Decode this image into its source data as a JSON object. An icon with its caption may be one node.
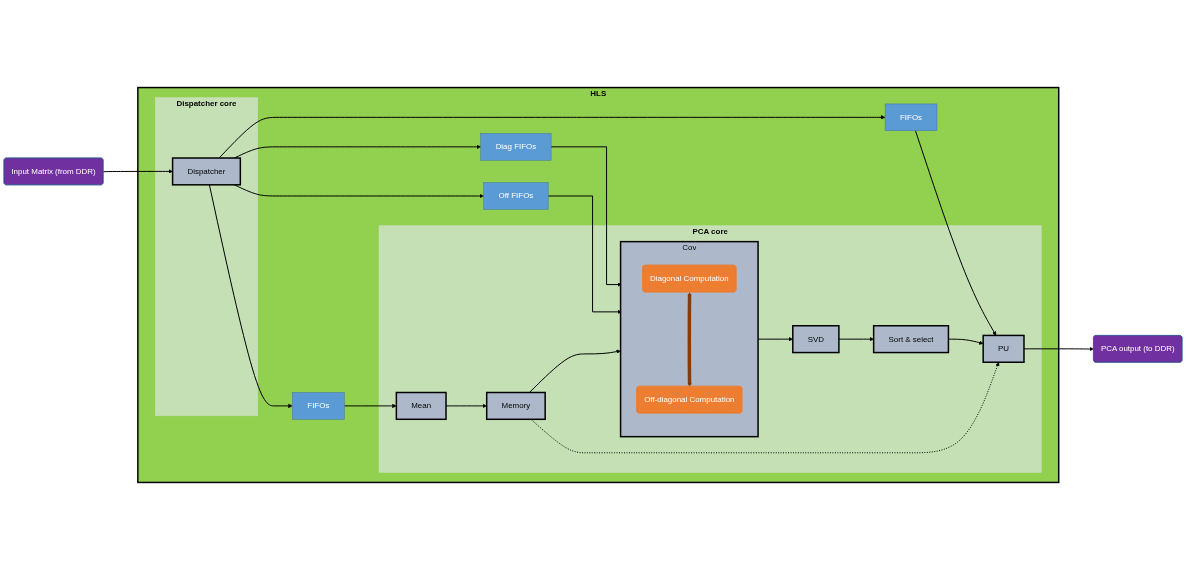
{
  "diagram": {
    "nodes": [
      {
        "text": [
          "Input Matrix (from DDR)"
        ]
      },
      {
        "text": [
          "HLS"
        ]
      },
      {
        "text": [
          "Dispatcher core"
        ],
        "in": 1
      },
      {
        "text": [
          "Dispatcher"
        ],
        "in": 2
      },
      {
        "text": [
          "FIFOs"
        ],
        "in": 1
      },
      {
        "text": [
          "Diag FIFOs"
        ],
        "in": 1
      },
      {
        "text": [
          "Off FIFOs"
        ],
        "in": 1
      },
      {
        "text": [
          "FIFOs"
        ],
        "in": 1
      },
      {
        "text": [
          "PCA core"
        ],
        "in": 1
      },
      {
        "text": [
          "PU"
        ],
        "in": 8
      },
      {
        "text": [
          "Sort & select"
        ],
        "in": 8
      },
      {
        "text": [
          "SVD"
        ],
        "in": 8
      },
      {
        "text": [
          "Cov"
        ],
        "in": 8
      },
      {
        "text": [
          "Diagonal Computation"
        ],
        "in": 12
      },
      {
        "text": [
          "Off-diagonal Computation"
        ],
        "in": 12
      },
      {
        "text": [
          "Memory"
        ],
        "in": 8
      },
      {
        "text": [
          "Mean"
        ],
        "in": 8
      },
      {
        "text": [
          "PCA output (to DDR)"
        ]
      }
    ],
    "edges": [
      {
        "from": 0,
        "to": 3,
        "arrow": "to"
      },
      {
        "from": 3,
        "to": 4,
        "arrow": "to"
      },
      {
        "from": 3,
        "to": 5,
        "arrow": "to"
      },
      {
        "from": 3,
        "to": 6,
        "arrow": "to"
      },
      {
        "from": 3,
        "to": 7,
        "arrow": "to"
      },
      {
        "from": 4,
        "to": 9,
        "arrow": "to"
      },
      {
        "from": 5,
        "to": 12,
        "arrow": "to"
      },
      {
        "from": 6,
        "to": 12,
        "arrow": "to"
      },
      {
        "from": 7,
        "to": 16,
        "arrow": "to"
      },
      {
        "from": 16,
        "to": 15,
        "arrow": "to"
      },
      {
        "from": 15,
        "to": 12,
        "arrow": "to"
      },
      {
        "from": 12,
        "to": 11,
        "arrow": "to"
      },
      {
        "from": 11,
        "to": 10,
        "arrow": "to"
      },
      {
        "from": 10,
        "to": 9,
        "arrow": "to"
      },
      {
        "from": 15,
        "to": 9,
        "arrow": "to",
        "style": "dashed"
      },
      {
        "from": 13,
        "to": 14,
        "arrow": "both",
        "style": "thick",
        "color": "#843c0c"
      },
      {
        "from": 9,
        "to": 17,
        "arrow": "to"
      }
    ]
  }
}
